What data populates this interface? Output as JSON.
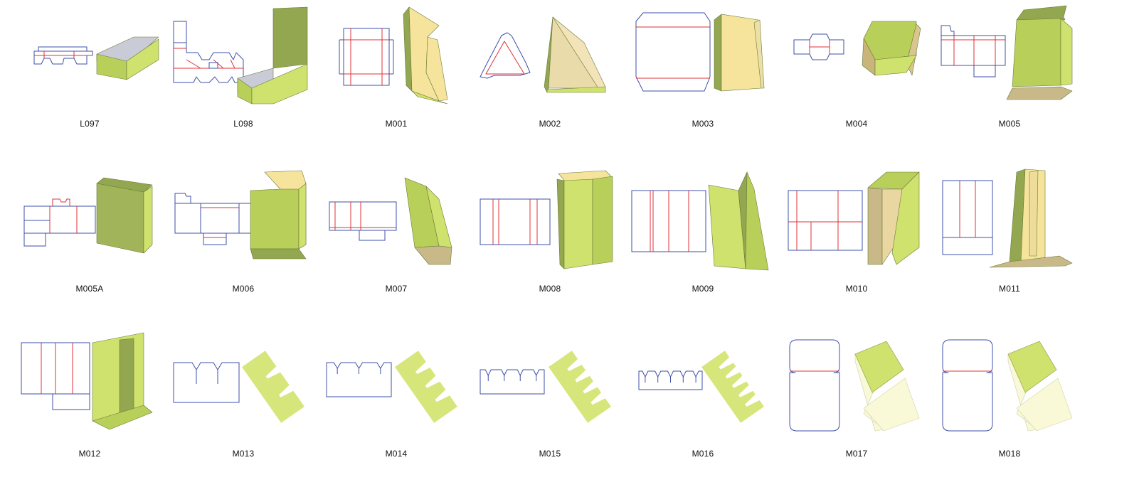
{
  "colors": {
    "cut_line": "#3f4fa8",
    "fold_line": "#e0303a",
    "panel_light": "#cfe26e",
    "panel_mid": "#b8cf5a",
    "panel_dark": "#93a650",
    "inner_beige": "#f6e49c",
    "inner_tan": "#c9b888",
    "inner_gray": "#c9cbd6",
    "pale_lid": "#f9f9d8"
  },
  "items": [
    {
      "code": "L097",
      "type": "tray"
    },
    {
      "code": "L098",
      "type": "display"
    },
    {
      "code": "M001",
      "type": "sleeve_tall"
    },
    {
      "code": "M002",
      "type": "triangle"
    },
    {
      "code": "M003",
      "type": "sleeve_flat"
    },
    {
      "code": "M004",
      "type": "small_box"
    },
    {
      "code": "M005",
      "type": "box_tuck"
    },
    {
      "code": "M005A",
      "type": "box_closed"
    },
    {
      "code": "M006",
      "type": "box_lid"
    },
    {
      "code": "M007",
      "type": "tube"
    },
    {
      "code": "M008",
      "type": "folder"
    },
    {
      "code": "M009",
      "type": "folder_open"
    },
    {
      "code": "M010",
      "type": "frame"
    },
    {
      "code": "M011",
      "type": "stand"
    },
    {
      "code": "M012",
      "type": "stand_base"
    },
    {
      "code": "M013",
      "type": "insert",
      "slots": 2
    },
    {
      "code": "M014",
      "type": "insert",
      "slots": 3
    },
    {
      "code": "M015",
      "type": "insert",
      "slots": 4
    },
    {
      "code": "M016",
      "type": "insert",
      "slots": 5
    },
    {
      "code": "M017",
      "type": "card"
    },
    {
      "code": "M018",
      "type": "card"
    }
  ]
}
